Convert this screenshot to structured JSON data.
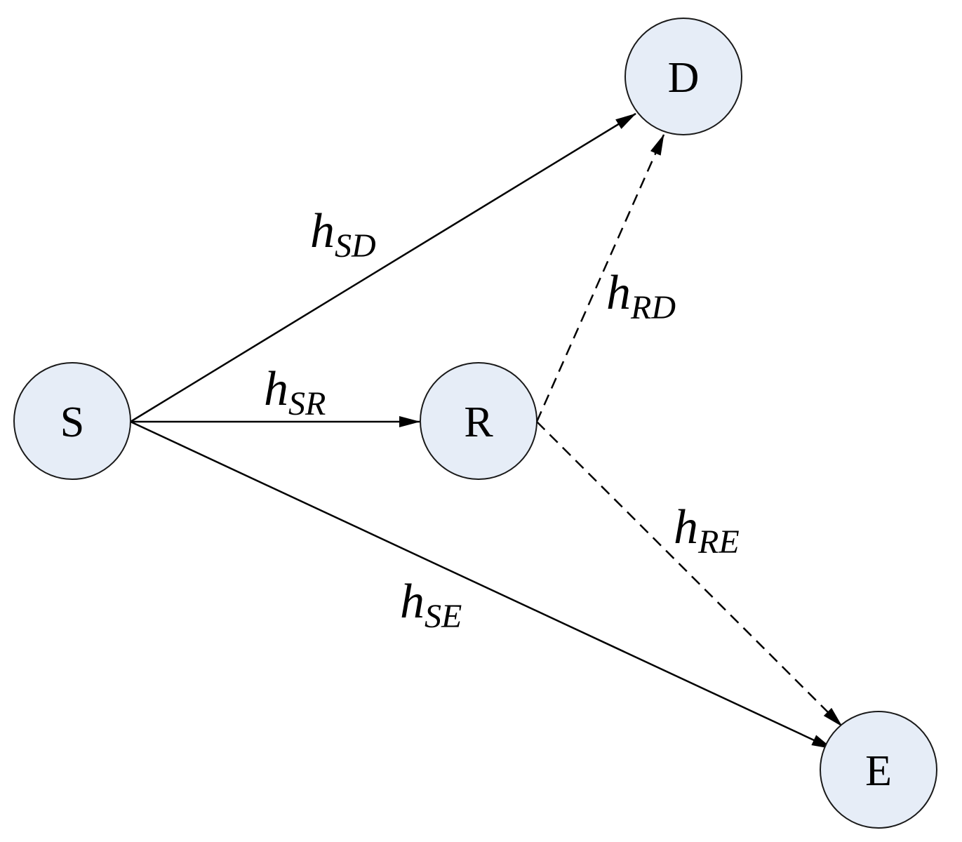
{
  "nodes": {
    "S": {
      "label": "S"
    },
    "R": {
      "label": "R"
    },
    "D": {
      "label": "D"
    },
    "E": {
      "label": "E"
    }
  },
  "edges": {
    "SD": {
      "symbol": "h",
      "subscript": "SD",
      "style": "solid"
    },
    "SR": {
      "symbol": "h",
      "subscript": "SR",
      "style": "solid"
    },
    "SE": {
      "symbol": "h",
      "subscript": "SE",
      "style": "solid"
    },
    "RD": {
      "symbol": "h",
      "subscript": "RD",
      "style": "dashed"
    },
    "RE": {
      "symbol": "h",
      "subscript": "RE",
      "style": "dashed"
    }
  },
  "colors": {
    "node_fill": "#e6edf7",
    "stroke": "#000000"
  }
}
